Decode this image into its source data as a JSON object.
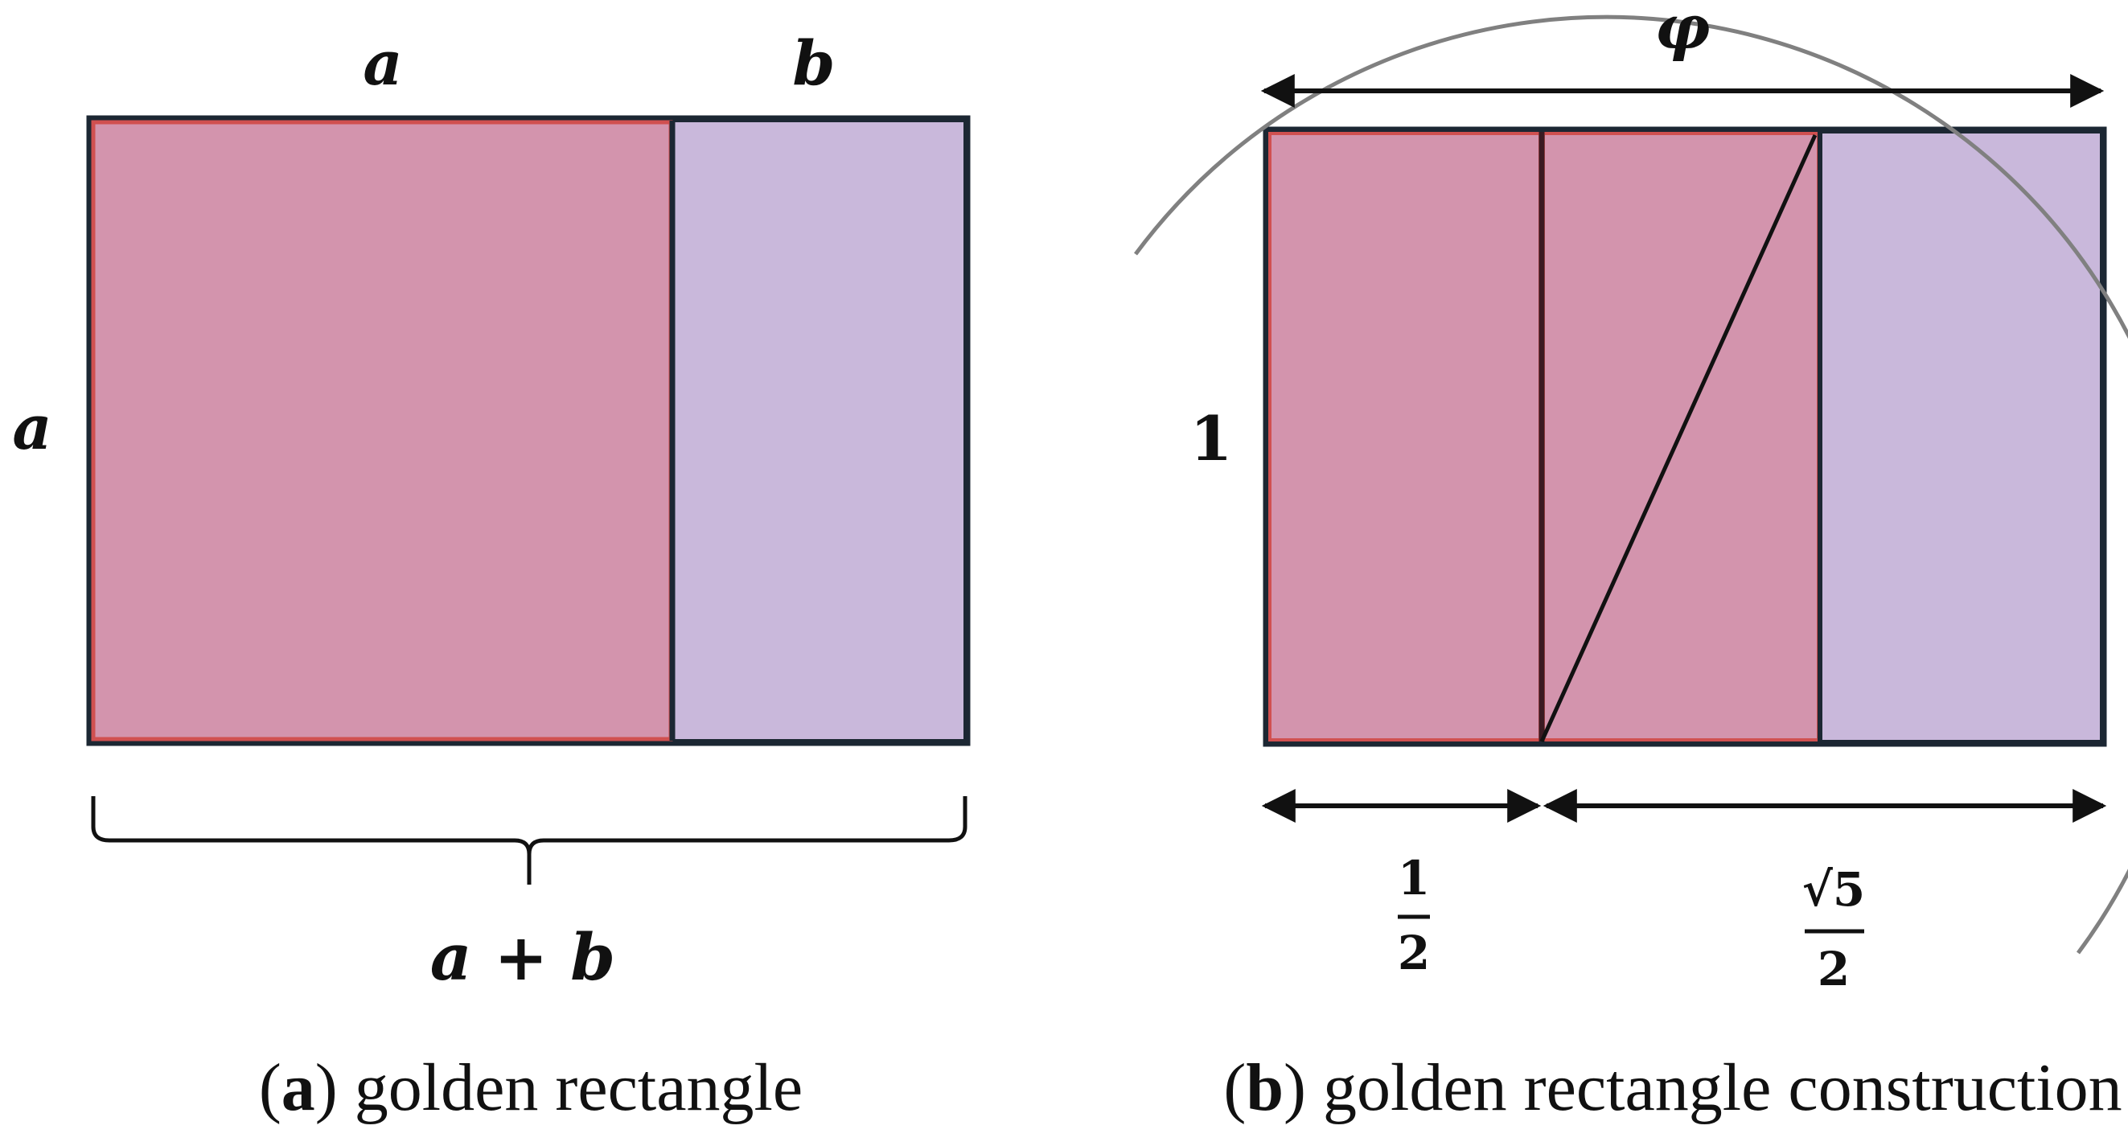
{
  "panel_a": {
    "label_top_a": "a",
    "label_top_b": "b",
    "label_side_a": "a",
    "label_bottom": "a + b",
    "caption_letter": "a",
    "caption_text": ") golden rectangle"
  },
  "panel_b": {
    "label_phi": "φ",
    "label_one": "1",
    "half_num": "1",
    "half_den": "2",
    "sqrt5_num": "√5",
    "sqrt5_den": "2",
    "caption_letter": "b",
    "caption_text": ") golden rectangle construction"
  },
  "colors": {
    "square_fill": "#d394ad",
    "rect_fill": "#c9b8db",
    "outline_dark": "#1c2733",
    "outline_red": "#d05050",
    "arc": "#808080"
  }
}
